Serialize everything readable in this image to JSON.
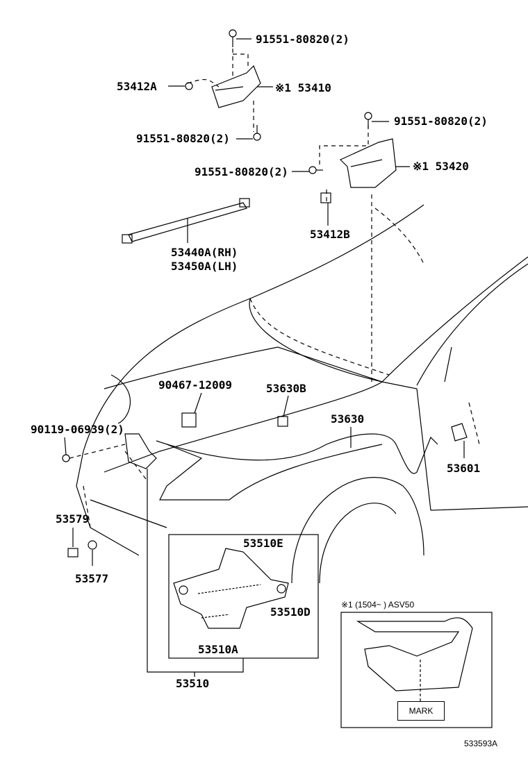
{
  "labels": {
    "bolt_top": "91551-80820(2)",
    "p53412A": "53412A",
    "p53410": "※1 53410",
    "bolt_left1": "91551-80820(2)",
    "bolt_right_top": "91551-80820(2)",
    "bolt_mid": "91551-80820(2)",
    "p53420": "※1 53420",
    "p53412B": "53412B",
    "p53440A": "53440A(RH)",
    "p53450A": "53450A(LH)",
    "p90467": "90467-12009",
    "p53630B": "53630B",
    "p90119": "90119-06939(2)",
    "p53630": "53630",
    "p53601": "53601",
    "p53579": "53579",
    "p53577": "53577",
    "p53510E": "53510E",
    "p53510D": "53510D",
    "p53510A": "53510A",
    "p53510": "53510"
  },
  "inset": {
    "title": "※1 (1504~      ) ASV50",
    "mark": "MARK"
  },
  "figure_id": "533593A"
}
